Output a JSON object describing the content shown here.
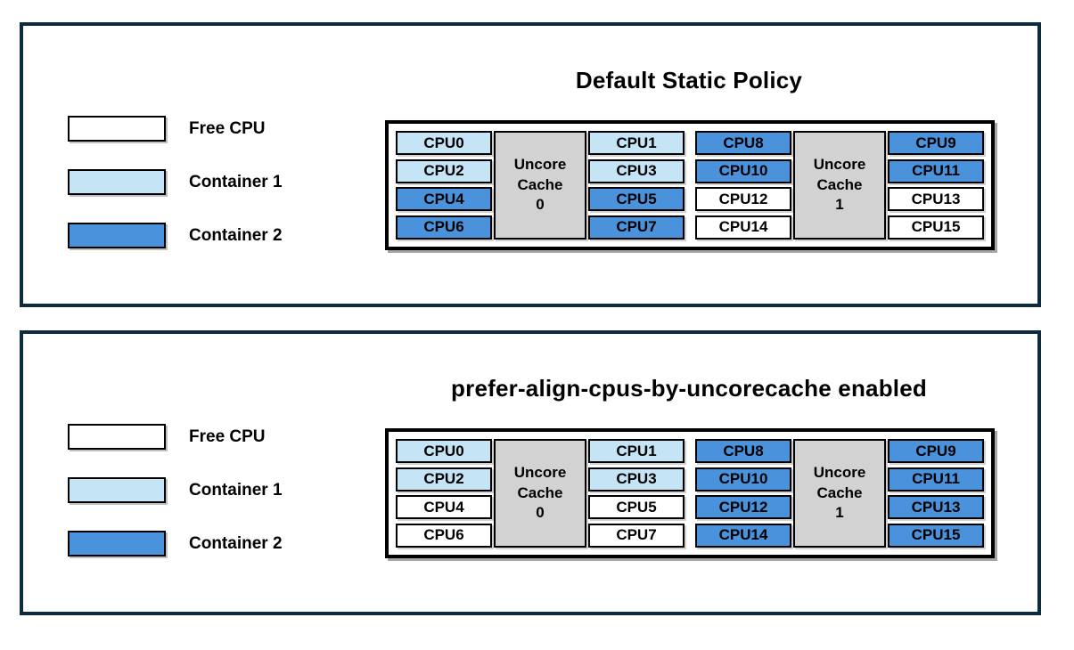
{
  "colors": {
    "free": "#FFFFFF",
    "container1": "#C5E4F5",
    "container2": "#4A92DB",
    "cache": "#D2D2D2",
    "panel_border": "#0E2B3D",
    "outline": "#000000"
  },
  "legend": {
    "items": [
      {
        "label": "Free CPU",
        "type": "free"
      },
      {
        "label": "Container 1",
        "type": "container1"
      },
      {
        "label": "Container 2",
        "type": "container2"
      }
    ]
  },
  "panels": [
    {
      "title": "Default Static Policy",
      "groups": [
        {
          "cache_lines": [
            "Uncore",
            "Cache",
            "0"
          ],
          "left_cpus": [
            {
              "label": "CPU0",
              "type": "container1"
            },
            {
              "label": "CPU2",
              "type": "container1"
            },
            {
              "label": "CPU4",
              "type": "container2"
            },
            {
              "label": "CPU6",
              "type": "container2"
            }
          ],
          "right_cpus": [
            {
              "label": "CPU1",
              "type": "container1"
            },
            {
              "label": "CPU3",
              "type": "container1"
            },
            {
              "label": "CPU5",
              "type": "container2"
            },
            {
              "label": "CPU7",
              "type": "container2"
            }
          ]
        },
        {
          "cache_lines": [
            "Uncore",
            "Cache",
            "1"
          ],
          "left_cpus": [
            {
              "label": "CPU8",
              "type": "container2"
            },
            {
              "label": "CPU10",
              "type": "container2"
            },
            {
              "label": "CPU12",
              "type": "free"
            },
            {
              "label": "CPU14",
              "type": "free"
            }
          ],
          "right_cpus": [
            {
              "label": "CPU9",
              "type": "container2"
            },
            {
              "label": "CPU11",
              "type": "container2"
            },
            {
              "label": "CPU13",
              "type": "free"
            },
            {
              "label": "CPU15",
              "type": "free"
            }
          ]
        }
      ]
    },
    {
      "title": "prefer-align-cpus-by-uncorecache enabled",
      "groups": [
        {
          "cache_lines": [
            "Uncore",
            "Cache",
            "0"
          ],
          "left_cpus": [
            {
              "label": "CPU0",
              "type": "container1"
            },
            {
              "label": "CPU2",
              "type": "container1"
            },
            {
              "label": "CPU4",
              "type": "free"
            },
            {
              "label": "CPU6",
              "type": "free"
            }
          ],
          "right_cpus": [
            {
              "label": "CPU1",
              "type": "container1"
            },
            {
              "label": "CPU3",
              "type": "container1"
            },
            {
              "label": "CPU5",
              "type": "free"
            },
            {
              "label": "CPU7",
              "type": "free"
            }
          ]
        },
        {
          "cache_lines": [
            "Uncore",
            "Cache",
            "1"
          ],
          "left_cpus": [
            {
              "label": "CPU8",
              "type": "container2"
            },
            {
              "label": "CPU10",
              "type": "container2"
            },
            {
              "label": "CPU12",
              "type": "container2"
            },
            {
              "label": "CPU14",
              "type": "container2"
            }
          ],
          "right_cpus": [
            {
              "label": "CPU9",
              "type": "container2"
            },
            {
              "label": "CPU11",
              "type": "container2"
            },
            {
              "label": "CPU13",
              "type": "container2"
            },
            {
              "label": "CPU15",
              "type": "container2"
            }
          ]
        }
      ]
    }
  ]
}
